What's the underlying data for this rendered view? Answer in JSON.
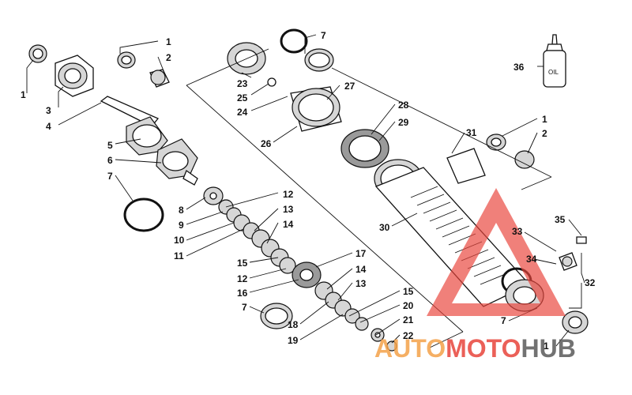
{
  "callouts": [
    {
      "id": "c1a",
      "text": "1"
    },
    {
      "id": "c2a",
      "text": "2"
    },
    {
      "id": "c1b",
      "text": "1"
    },
    {
      "id": "c3",
      "text": "3"
    },
    {
      "id": "c4",
      "text": "4"
    },
    {
      "id": "c5",
      "text": "5"
    },
    {
      "id": "c6",
      "text": "6"
    },
    {
      "id": "c7a",
      "text": "7"
    },
    {
      "id": "c8",
      "text": "8"
    },
    {
      "id": "c9",
      "text": "9"
    },
    {
      "id": "c10",
      "text": "10"
    },
    {
      "id": "c11",
      "text": "11"
    },
    {
      "id": "c12a",
      "text": "12"
    },
    {
      "id": "c13a",
      "text": "13"
    },
    {
      "id": "c14a",
      "text": "14"
    },
    {
      "id": "c15a",
      "text": "15"
    },
    {
      "id": "c12b",
      "text": "12"
    },
    {
      "id": "c16",
      "text": "16"
    },
    {
      "id": "c7b",
      "text": "7"
    },
    {
      "id": "c17",
      "text": "17"
    },
    {
      "id": "c14b",
      "text": "14"
    },
    {
      "id": "c13b",
      "text": "13"
    },
    {
      "id": "c15b",
      "text": "15"
    },
    {
      "id": "c20",
      "text": "20"
    },
    {
      "id": "c21",
      "text": "21"
    },
    {
      "id": "c22",
      "text": "22"
    },
    {
      "id": "c18",
      "text": "18"
    },
    {
      "id": "c19",
      "text": "19"
    },
    {
      "id": "c7c",
      "text": "7"
    },
    {
      "id": "c23",
      "text": "23"
    },
    {
      "id": "c25",
      "text": "25"
    },
    {
      "id": "c24",
      "text": "24"
    },
    {
      "id": "c27",
      "text": "27"
    },
    {
      "id": "c26",
      "text": "26"
    },
    {
      "id": "c28",
      "text": "28"
    },
    {
      "id": "c29",
      "text": "29"
    },
    {
      "id": "c31",
      "text": "31"
    },
    {
      "id": "c30",
      "text": "30"
    },
    {
      "id": "c36",
      "text": "36"
    },
    {
      "id": "c1c",
      "text": "1"
    },
    {
      "id": "c2b",
      "text": "2"
    },
    {
      "id": "c35",
      "text": "35"
    },
    {
      "id": "c33",
      "text": "33"
    },
    {
      "id": "c34",
      "text": "34"
    },
    {
      "id": "c32",
      "text": "32"
    },
    {
      "id": "c7d",
      "text": "7"
    },
    {
      "id": "c1d",
      "text": "1"
    }
  ],
  "oil_bottle": {
    "label": "OIL"
  },
  "watermark": {
    "part1": "AUTO",
    "part2": "MOTO",
    "part3": "HUB",
    "color_red": "#e8453c",
    "color_orange": "#f4a24a",
    "color_dark": "#5a5a5a"
  }
}
